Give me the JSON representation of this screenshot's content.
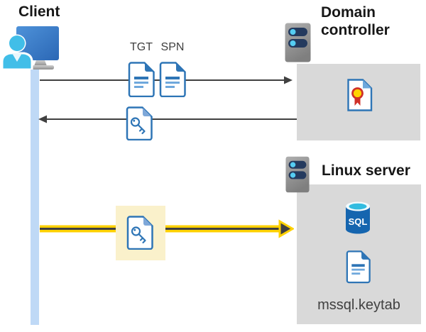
{
  "diagram": {
    "client": {
      "label": "Client"
    },
    "domain_controller": {
      "label": "Domain controller"
    },
    "linux_server": {
      "label": "Linux server",
      "sql_text": "SQL",
      "keytab_label": "mssql.keytab"
    },
    "tickets": {
      "tgt": "TGT",
      "spn": "SPN"
    },
    "colors": {
      "document_blue": "#2E75B6",
      "fold_light_blue": "#7FA8D9",
      "highlight_yellow_bg": "#FAF1CB",
      "arrow_yellow": "#FFD100",
      "arrow_gray": "#404040",
      "panel_gray": "#D9D9D9",
      "timeline_blue": "#BFD9F6",
      "server_navy": "#243A5E",
      "server_dot_cyan": "#55CDF2",
      "sql_blue": "#1565AF",
      "cert_red": "#CF3028",
      "cert_gold": "#FFD400",
      "person_cyan": "#41BEE8"
    }
  }
}
